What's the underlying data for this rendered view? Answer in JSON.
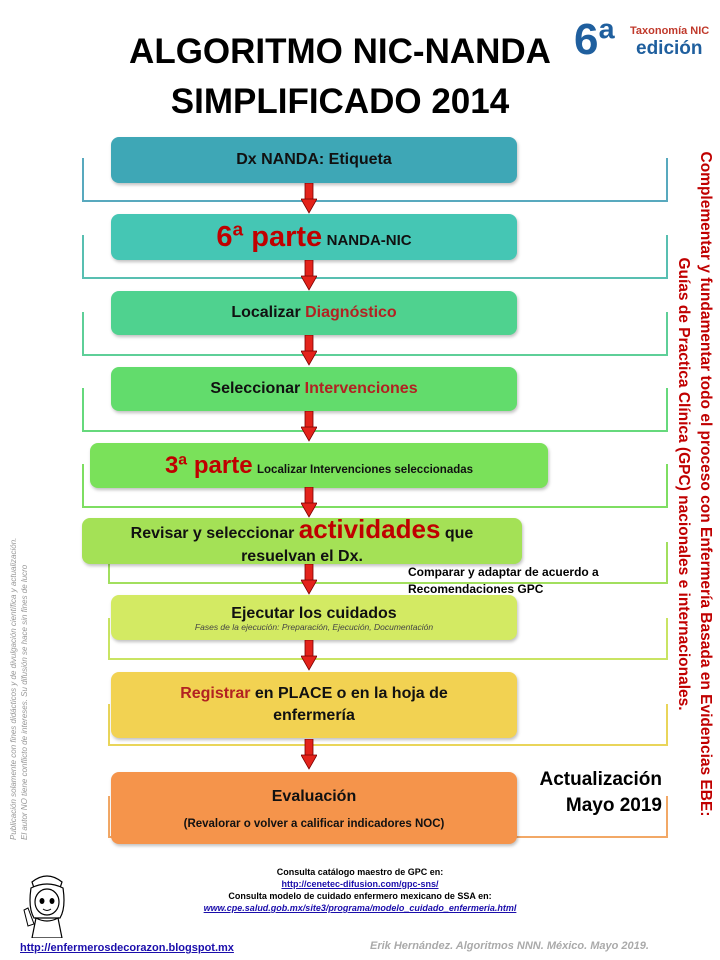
{
  "title": {
    "line1": "ALGORITMO NIC-NANDA",
    "line2": "SIMPLIFICADO 2014"
  },
  "edition": {
    "number": "6ª",
    "taxonomy": "Taxonomía NIC",
    "word": "edición"
  },
  "steps": [
    {
      "text": "Dx NANDA: Etiqueta"
    },
    {
      "big": "6ª parte",
      "text": "NANDA-NIC"
    },
    {
      "text": "Localizar",
      "red": "Diagnóstico"
    },
    {
      "text": "Seleccionar",
      "red": "Intervenciones"
    },
    {
      "big": "3ª parte",
      "text": "Localizar Intervenciones seleccionadas"
    },
    {
      "text1": "Revisar y seleccionar",
      "big": "actividades",
      "text2": "que",
      "text3": "resuelvan  el Dx."
    },
    {
      "text": "Ejecutar los cuidados",
      "sub": "Fases de la ejecución: Preparación, Ejecución, Documentación"
    },
    {
      "red": "Registrar",
      "text": "en PLACE o en la hoja de",
      "text2": "enfermería"
    },
    {
      "text": "Evaluación",
      "sub": "(Revalorar o volver a calificar indicadores NOC)"
    }
  ],
  "compare_note": {
    "line1": "Comparar y adaptar de acuerdo a",
    "line2": "Recomendaciones GPC"
  },
  "update_note": {
    "line1": "Actualización",
    "line2": "Mayo 2019"
  },
  "side_text": {
    "line1": "Complementar y fundamentar todo el proceso con Enfermería Basada en Evidencias EBE:",
    "line2": "Guías de Practica Clínica (GPC) nacionales e internacionales."
  },
  "disclaimer": {
    "line1": "Publicación solamente con fines didácticos y de divulgación científica y actualización.",
    "line2": "El autor NO tiene conflicto de intereses.   Su difusión se hace sin fines de lucro"
  },
  "links": {
    "gpc_label": "Consulta catálogo maestro de GPC en:",
    "gpc_url": "http://cenetec-difusion.com/gpc-sns/",
    "ssa_label": "Consulta modelo de cuidado enfermero mexicano de SSA en:",
    "ssa_url": "www.cpe.salud.gob.mx/site3/programa/modelo_cuidado_enfermeria.html"
  },
  "footer": {
    "blog": "http://enfermerosdecorazon.blogspot.mx",
    "credit": "Erik Hernández. Algoritmos NNN. México. Mayo 2019."
  },
  "colors": {
    "teal": "#3ea7b6",
    "arrow": "#e3231b",
    "orange": "#f5944b",
    "yellow": "#f2d252",
    "lime": "#c8e65c",
    "green": "#7ad95a"
  }
}
